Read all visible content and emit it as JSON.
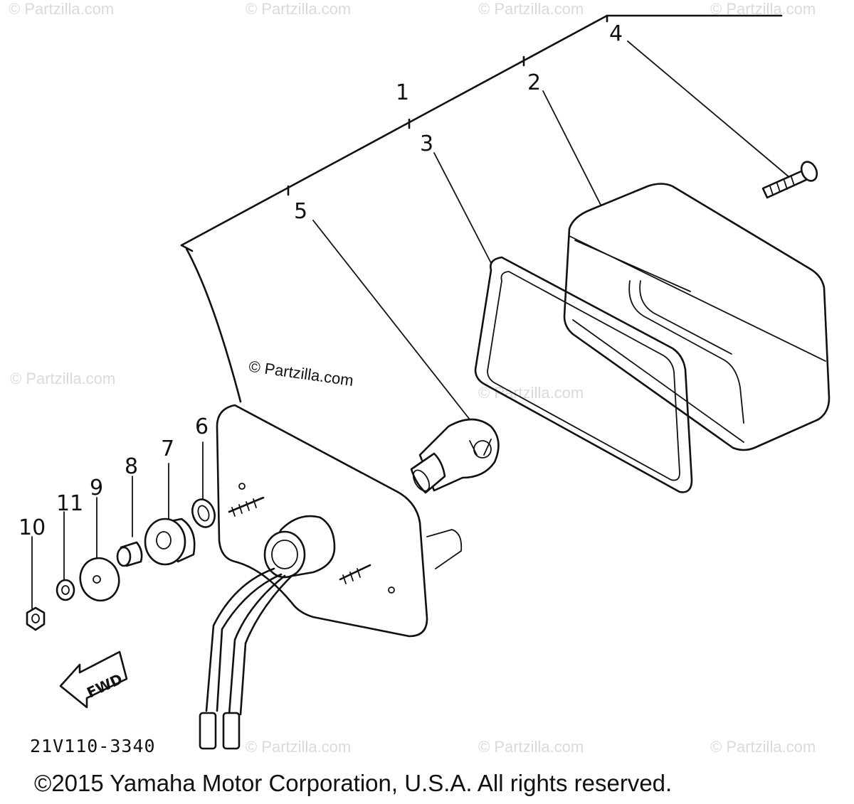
{
  "part_labels": {
    "p1": "1",
    "p2": "2",
    "p3": "3",
    "p4": "4",
    "p5": "5",
    "p6": "6",
    "p7": "7",
    "p8": "8",
    "p9": "9",
    "p10": "10",
    "p11": "11"
  },
  "watermark": "© Partzilla.com",
  "direction_label": "FWD",
  "diagram_code": "21V110-3340",
  "copyright": "©2015 Yamaha Motor Corporation, U.S.A. All rights reserved."
}
